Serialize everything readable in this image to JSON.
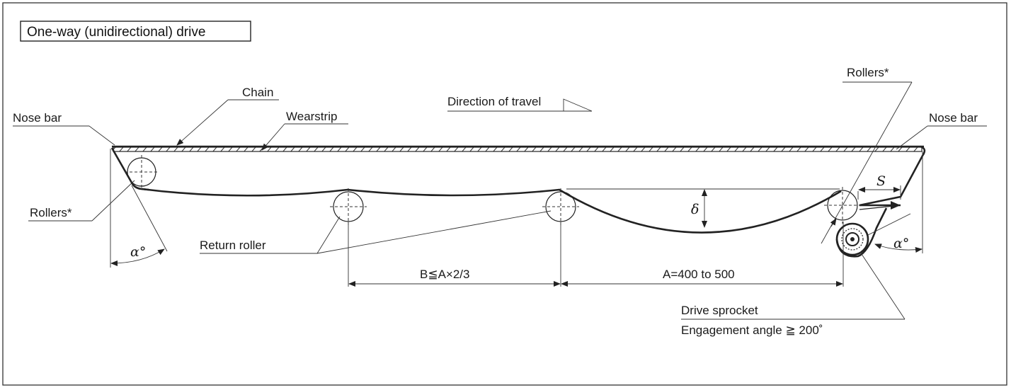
{
  "title": "One-way (unidirectional) drive",
  "labels": {
    "chain": "Chain",
    "wearstrip": "Wearstrip",
    "nose_bar_left": "Nose bar",
    "nose_bar_right": "Nose bar",
    "rollers_left": "Rollers*",
    "rollers_right": "Rollers*",
    "direction": "Direction of travel",
    "return_roller": "Return roller",
    "dim_b": "B≦A×2/3",
    "dim_a": "A=400 to 500",
    "delta": "δ",
    "s": "S",
    "alpha_left": "α°",
    "alpha_right": "α°",
    "drive_sprocket": "Drive sprocket",
    "engagement": "Engagement angle ≧ 200˚"
  },
  "colors": {
    "line": "#222222",
    "frame": "#333333",
    "background": "#ffffff"
  }
}
